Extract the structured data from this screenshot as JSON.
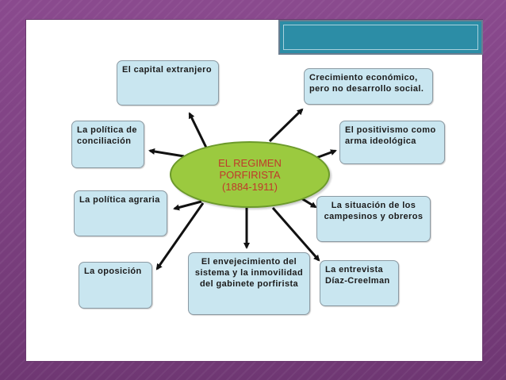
{
  "center": {
    "label": "EL REGIMEN\nPORFIRISTA\n(1884-1911)"
  },
  "nodes": {
    "capital": "El capital extranjero",
    "crecimiento": "Crecimiento económico,\npero no desarrollo social.",
    "conciliacion": "La política de\nconciliación",
    "positivismo": "El positivismo como\narma ideológica",
    "agraria": "La política agraria",
    "campesinos": "La situación de los\ncampesinos y obreros",
    "oposicion": "La oposición",
    "envejecimiento": "El envejecimiento del\nsistema y la inmovilidad\ndel gabinete porfirista",
    "entrevista": "La entrevista\nDíaz-Creelman"
  },
  "colors": {
    "node_fill": "#c9e6f0",
    "center_fill": "#9bca3f",
    "center_text": "#c0392b",
    "title_box": "#2c8da6",
    "frame": "#7a3f7e"
  }
}
